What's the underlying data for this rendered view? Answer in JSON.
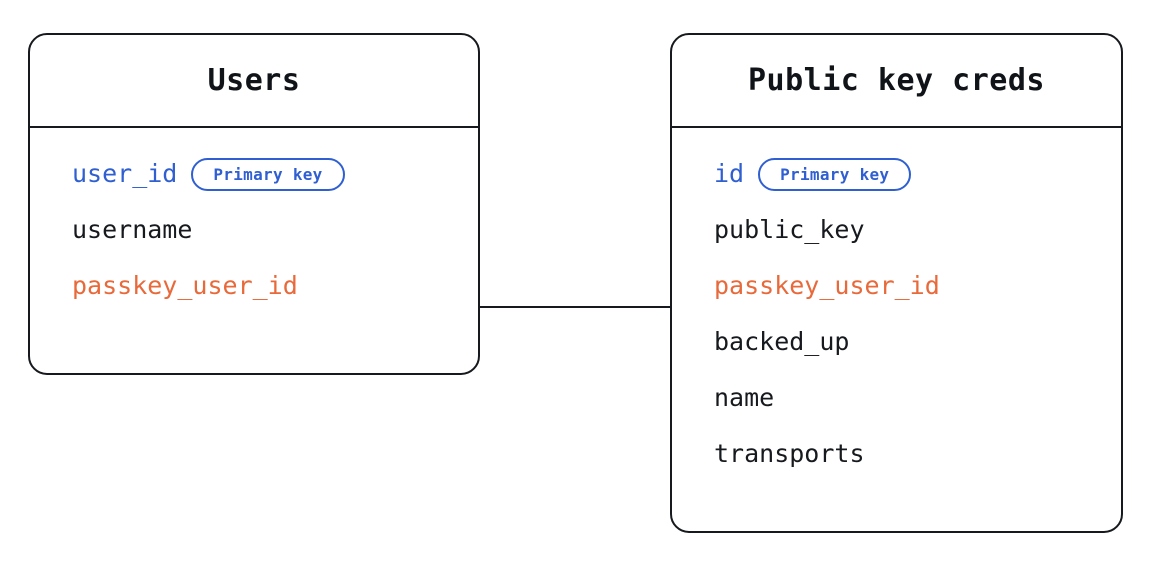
{
  "diagram": {
    "type": "entity-relationship-diagram",
    "background": "#ffffff",
    "colors": {
      "border": "#16191d",
      "text": "#16191d",
      "primary_key": "#2f5fd0",
      "foreign_key": "#e8693a"
    },
    "entities": [
      {
        "id": "users",
        "title": "Users",
        "fields": [
          {
            "name": "user_id",
            "role": "primary",
            "badge": "Primary key"
          },
          {
            "name": "username",
            "role": "plain",
            "badge": null
          },
          {
            "name": "passkey_user_id",
            "role": "foreign",
            "badge": null
          }
        ]
      },
      {
        "id": "public_key_creds",
        "title": "Public key creds",
        "fields": [
          {
            "name": "id",
            "role": "primary",
            "badge": "Primary key"
          },
          {
            "name": "public_key",
            "role": "plain",
            "badge": null
          },
          {
            "name": "passkey_user_id",
            "role": "foreign",
            "badge": null
          },
          {
            "name": "backed_up",
            "role": "plain",
            "badge": null
          },
          {
            "name": "name",
            "role": "plain",
            "badge": null
          },
          {
            "name": "transports",
            "role": "plain",
            "badge": null
          }
        ]
      }
    ],
    "relationships": [
      {
        "from_entity": "users",
        "from_field": "passkey_user_id",
        "to_entity": "public_key_creds",
        "to_field": "passkey_user_id",
        "style": "solid-line"
      }
    ]
  }
}
